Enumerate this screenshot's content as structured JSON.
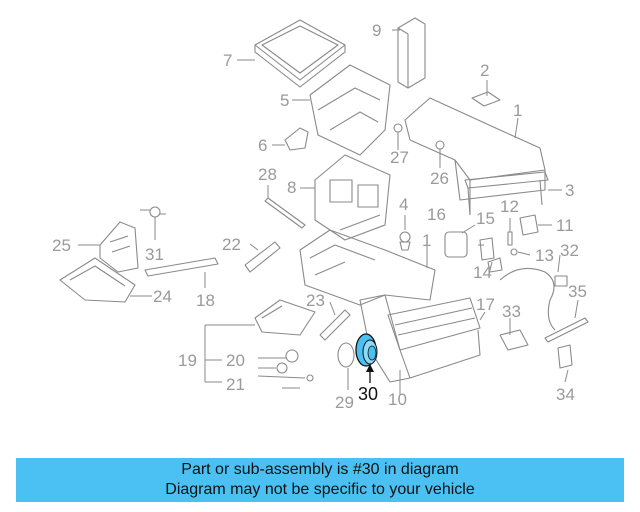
{
  "diagram": {
    "highlight_color": "#4ac1f2",
    "highlighted_part": "30",
    "callouts": [
      "1",
      "2",
      "3",
      "4",
      "5",
      "6",
      "7",
      "8",
      "9",
      "10",
      "11",
      "12",
      "13",
      "14",
      "15",
      "16",
      "17",
      "18",
      "19",
      "20",
      "21",
      "22",
      "23",
      "24",
      "25",
      "26",
      "27",
      "28",
      "29",
      "30",
      "31",
      "32",
      "33",
      "34",
      "35",
      "1"
    ]
  },
  "banner": {
    "line1": "Part or sub-assembly is #30 in diagram",
    "line2": "Diagram may not be specific to your vehicle",
    "background": "#4ac1f2"
  }
}
